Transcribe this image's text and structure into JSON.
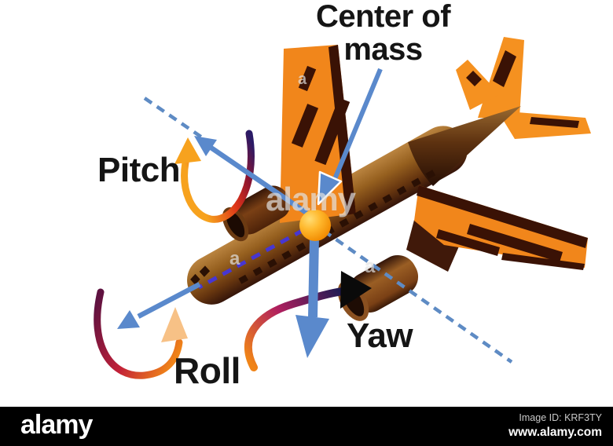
{
  "diagram": {
    "title": "Center of mass",
    "axis_labels": {
      "pitch": "Pitch",
      "roll": "Roll",
      "yaw": "Yaw"
    },
    "colors": {
      "background": "#FFFFFF",
      "plane_orange": "#F1861B",
      "plane_dark_brown": "#3A1205",
      "fuselage_brown": "#8A5825",
      "axis_arrow_blue": "#5A89CC",
      "dashed_axis_blue": "#5E8BC4",
      "fuselage_dash_violet": "#4736D2",
      "center_ball_orange": "#F9A20A",
      "rotation_arc_orange": "#F08418",
      "rotation_arc_red": "#C22038",
      "rotation_arc_purple": "#5E1240",
      "rotation_arc_navy": "#1A1A5E",
      "pitch_arrowhead_orange": "#F7A21E",
      "roll_arrowhead_peach": "#F7C186",
      "yaw_arrowhead_black": "#0A0A0A"
    }
  },
  "watermark": {
    "main": "alamy",
    "partial": "a"
  },
  "footer": {
    "logo": "alamy",
    "image_id": "Image ID: KRF3TY",
    "website": "www.alamy.com"
  }
}
